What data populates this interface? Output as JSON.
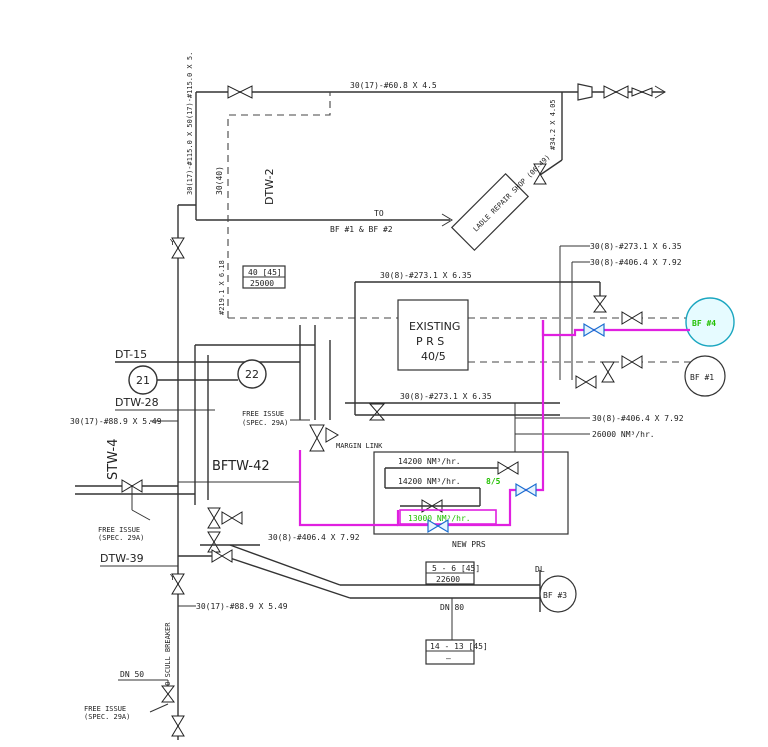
{
  "diagram": {
    "top_line": "30(17)-#60.8 X 4.5",
    "vertical_left_top": "30(17)-#115.0 X 50(17)-#115.0 X 5.",
    "vertical_left_mid": "30(17)-#115.0 X 5",
    "dash_label": "30(40)",
    "dtw2": "DTW-2",
    "to_bf": "TO",
    "to_bf_2": "BF #1 & BF #2",
    "ladle_shop": "LADLE REPAIR SHOP (06-49)",
    "vertical_right_top": "#34.2 X 4.05",
    "rate_box_top": "40 [45]",
    "rate_box_bottom": "25000",
    "vertical_mid": "#219.1 X 6.18",
    "line_273_top": "30(8)-#273.1 X 6.35",
    "line_273_top_right": "30(8)-#273.1 X 6.35",
    "line_406_top_right": "30(8)-#406.4 X 7.92",
    "existing_prs_1": "EXISTING",
    "existing_prs_2": "P R S",
    "existing_prs_3": "40/5",
    "bf4": "BF #4",
    "bf1": "BF #1",
    "dt15": "DT-15",
    "node21": "21",
    "node22": "22",
    "dtw28": "DTW-28",
    "line_889_left": "30(17)-#88.9 X 5.49",
    "stw4": "STW-4",
    "free_issue_mid_1": "FREE ISSUE",
    "free_issue_mid_2": "(SPEC. 29A)",
    "line_273_mid": "30(8)-#273.1 X 6.35",
    "line_406_mid": "30(8)-#406.4 X 7.92",
    "flow_26000": "26000 NM³/hr.",
    "bftw42": "BFTW-42",
    "margin_link": "MARGIN LINK",
    "flow_14200_a": "14200 NM³/hr.",
    "flow_14200_b": "14200 NM³/hr.",
    "ratio_green": "8/5",
    "flow_13000": "13000 NM³/hr.",
    "new_prs": "NEW PRS",
    "free_issue_left_1": "FREE ISSUE",
    "free_issue_left_2": "(SPEC. 29A)",
    "line_406_lower": "30(8)-#406.4 X 7.92",
    "dtw39": "DTW-39",
    "rate_box2_top": "5 - 6 [45]",
    "rate_box2_bottom": "22600",
    "dl": "DL",
    "bf3": "BF #3",
    "dn80": "DN 80",
    "line_889_lower": "30(17)-#88.9 X 5.49",
    "to_scull": "TO SCULL BREAKER",
    "rate_box3_top": "14 - 13 [45]",
    "rate_box3_bottom": "—",
    "dn50": "DN 50",
    "free_issue_bot_1": "FREE ISSUE",
    "free_issue_bot_2": "(SPEC. 29A)"
  },
  "colors": {
    "magenta_line": "#e020e0",
    "cyan_fill": "#e6f4ff",
    "green_text": "#22c000"
  }
}
